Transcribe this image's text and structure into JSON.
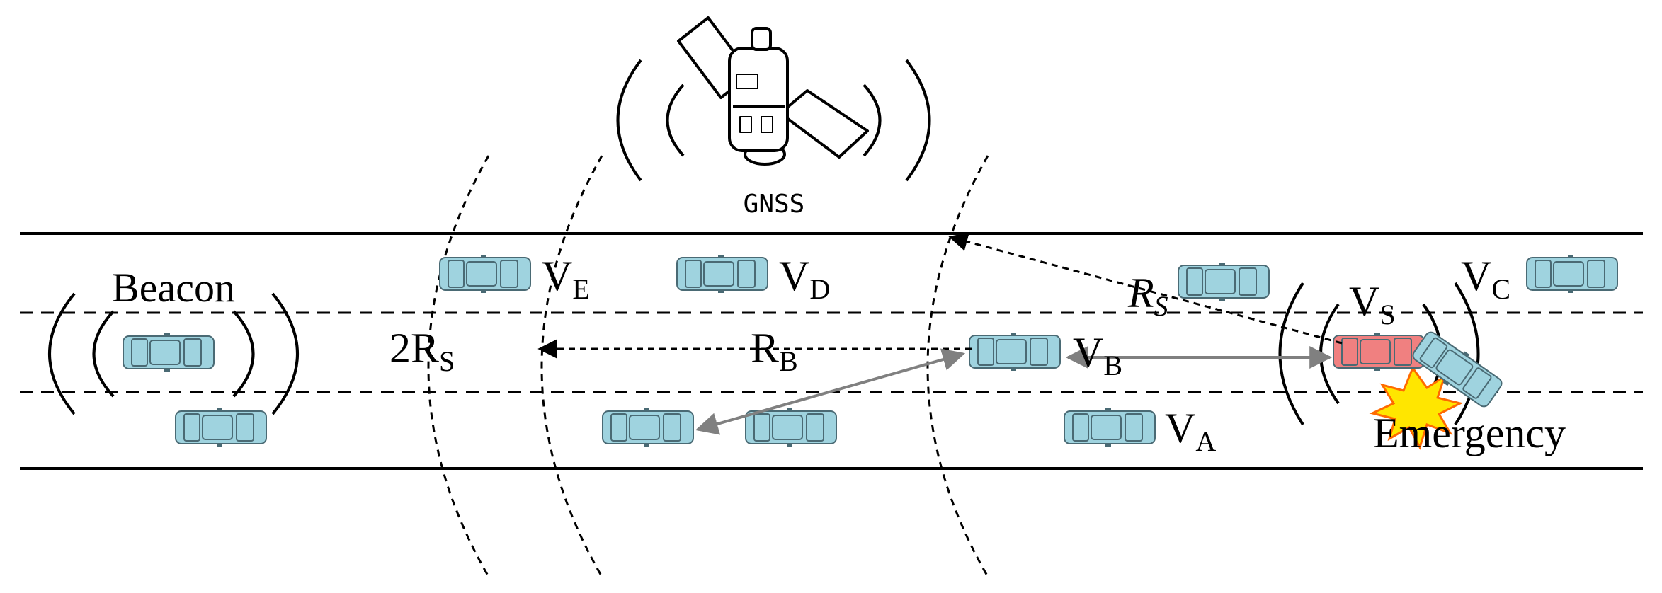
{
  "satellite": {
    "label": "GNSS",
    "icon": "satellite-icon"
  },
  "beacon": {
    "label": "Beacon"
  },
  "emergency": {
    "label": "Emergency",
    "icon": "crash-burst-icon"
  },
  "labels": {
    "two_rs": {
      "main": "2R",
      "sub": "S"
    },
    "rb": {
      "main": "R",
      "sub": "B"
    },
    "rs": {
      "main": "R",
      "sub": "S"
    }
  },
  "vehicles": {
    "ve": {
      "main": "V",
      "sub": "E"
    },
    "vd": {
      "main": "V",
      "sub": "D"
    },
    "vc": {
      "main": "V",
      "sub": "C"
    },
    "vs": {
      "main": "V",
      "sub": "S"
    },
    "vb": {
      "main": "V",
      "sub": "B"
    },
    "va": {
      "main": "V",
      "sub": "A"
    }
  },
  "colors": {
    "car_normal": "#9fd3df",
    "car_emergency": "#f08080",
    "burst": "#ffe600",
    "burst_outline": "#ff6a00",
    "arrow_gray": "#808080"
  }
}
